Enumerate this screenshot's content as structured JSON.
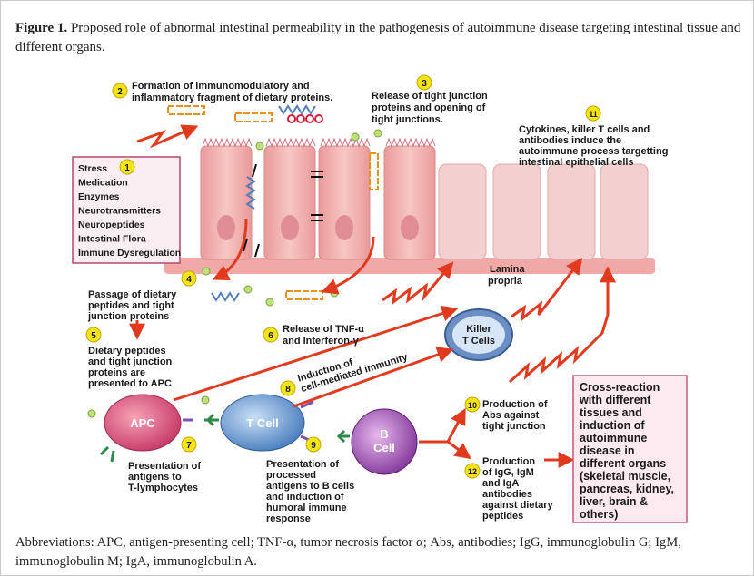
{
  "caption": {
    "label": "Figure 1.",
    "text": " Proposed role of abnormal intestinal permeability in the pathogenesis of autoimmune disease targeting intestinal tissue and different organs."
  },
  "abbreviations": "Abbreviations: APC, antigen-presenting cell; TNF-α, tumor necrosis factor α; Abs, antibodies; IgG, immunoglobulin G; IgM, immunoglobulin M; IgA, immunoglobulin A.",
  "steps": {
    "s1": "1",
    "s2": "2",
    "s3": "3",
    "s4": "4",
    "s5": "5",
    "s6": "6",
    "s7": "7",
    "s8": "8",
    "s9": "9",
    "s10": "10",
    "s11": "11",
    "s12": "12"
  },
  "stress_list": [
    "Stress",
    "Medication",
    "Enzymes",
    "Neurotransmitters",
    "Neuropeptides",
    "Intestinal Flora",
    "Immune Dysregulation"
  ],
  "labels": {
    "formation_l1": "Formation of immunomodulatory and",
    "formation_l2": "inflammatory fragment of dietary proteins.",
    "release_tj_l1": "Release of tight junction",
    "release_tj_l2": "proteins and opening of",
    "release_tj_l3": "tight junctions.",
    "cytokines_l1": "Cytokines, killer T cells and",
    "cytokines_l2": "antibodies induce the",
    "cytokines_l3": "autoimmune process targetting",
    "cytokines_l4": "intestinal epithelial cells",
    "lamina_l1": "Lamina",
    "lamina_l2": "propria",
    "passage_l1": "Passage of dietary",
    "passage_l2": "peptides and tight",
    "passage_l3": "junction proteins",
    "presented_l1": "Dietary peptides",
    "presented_l2": "and tight junction",
    "presented_l3": "proteins are",
    "presented_l4": "presented to APC",
    "tnf_l1": "Release of TNF-α",
    "tnf_l2": "and Interferon-γ",
    "induction_l1": "Induction of",
    "induction_l2": "cell-mediated immunity",
    "pres_t_l1": "Presentation of",
    "pres_t_l2": "antigens to",
    "pres_t_l3": "T-lymphocytes",
    "pres_b_l1": "Presentation of",
    "pres_b_l2": "processed",
    "pres_b_l3": "antigens to B cells",
    "pres_b_l4": "and induction of",
    "pres_b_l5": "humoral immune",
    "pres_b_l6": "response",
    "abs_l1": "Production of",
    "abs_l2": "Abs against",
    "abs_l3": "tight junction",
    "ig_l1": "Production",
    "ig_l2": "of IgG, IgM",
    "ig_l3": "and IgA",
    "ig_l4": "antibodies",
    "ig_l5": "against dietary",
    "ig_l6": "peptides",
    "cross_l1": "Cross-reaction",
    "cross_l2": "with different",
    "cross_l3": "tissues and",
    "cross_l4": "induction of",
    "cross_l5": "autoimmune",
    "cross_l6": "disease in",
    "cross_l7": "different organs",
    "cross_l8": "(skeletal muscle,",
    "cross_l9": "pancreas, kidney,",
    "cross_l10": "liver, brain &",
    "cross_l11": "others)"
  },
  "cells": {
    "apc": "APC",
    "tcell": "T Cell",
    "bcell_l1": "B",
    "bcell_l2": "Cell",
    "killer_l1": "Killer",
    "killer_l2": "T Cells"
  },
  "colors": {
    "arrow": "#e23a1e",
    "epithelium": "#f2b8b6",
    "apc": "#d24a6a",
    "tcell": "#4f86c9",
    "bcell": "#8a3fa0",
    "step_badge": "#f2e418",
    "cross_box": "#fde9ef"
  }
}
